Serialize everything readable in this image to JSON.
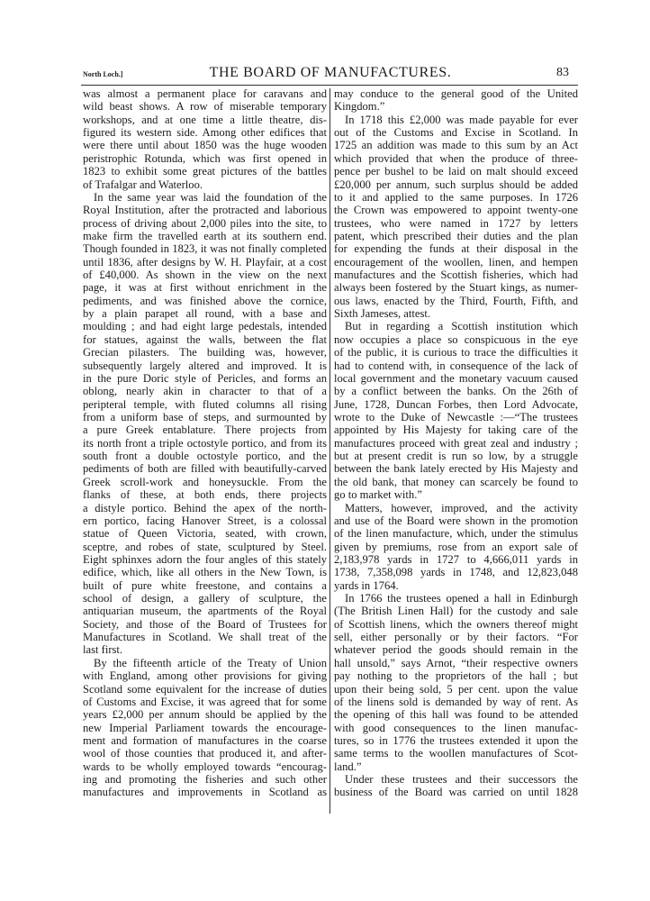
{
  "header": {
    "section": "North Loch.]",
    "title": "THE BOARD OF MANUFACTURES.",
    "page_number": "83"
  },
  "left_column": {
    "paragraphs": [
      {
        "continued": true,
        "lines": [
          "was almost a permanent place for caravans and",
          "wild beast shows.  A row of miserable temporary",
          "workshops, and at one time a little theatre, dis-",
          "figured its western side.  Among other edifices that",
          "were there until about 1850 was the huge wooden",
          "peristrophic Rotunda, which was first opened in",
          "1823 to exhibit some great pictures of the battles",
          "of Trafalgar and Waterloo."
        ]
      },
      {
        "continued": false,
        "lines": [
          "In the same year was laid the foundation of the",
          "Royal Institution, after the protracted and laborious",
          "process of driving about 2,000 piles into the site, to",
          "make firm the travelled earth at its southern end.",
          "Though founded in 1823, it was not finally completed",
          "until 1836, after designs by W. H. Playfair, at a cost",
          "of £40,000.  As shown in the view on the next",
          "page, it was at first without enrichment in the",
          "pediments, and was finished above the cornice,",
          "by a plain parapet all round, with a base and",
          "moulding ; and had eight large pedestals, intended",
          "for statues, against the walls, between the flat",
          "Grecian pilasters.  The building was, however,",
          "subsequently largely altered and improved.  It is",
          "in the pure Doric style of Pericles, and forms an",
          "oblong, nearly akin in character to that of a",
          "peripteral temple, with fluted columns all rising",
          "from a uniform base of steps, and surmounted by",
          "a pure Greek entablature.  There projects from",
          "its north front a triple octostyle portico, and from its",
          "south front a double octostyle portico, and the",
          "pediments of both are filled with beautifully-carved",
          "Greek scroll-work and honeysuckle.  From the",
          "flanks of these, at both ends, there projects",
          "a distyle portico.  Behind the apex of the north-",
          "ern portico, facing Hanover Street, is a colossal",
          "statue of Queen Victoria, seated, with crown,",
          "sceptre, and robes of state, sculptured by Steel.",
          "Eight sphinxes adorn the four angles of this stately",
          "edifice, which, like all others in the New Town, is",
          "built of pure white freestone, and contains a",
          "school of design, a gallery of sculpture, the",
          "antiquarian museum, the apartments of the Royal",
          "Society, and those of the Board of Trustees for",
          "Manufactures in Scotland.  We shall treat of the",
          "last first."
        ]
      },
      {
        "continued": false,
        "lines": [
          "By the fifteenth article of the Treaty of Union",
          "with England, among other provisions for giving",
          "Scotland some equivalent for the increase of duties",
          "of Customs and Excise, it was agreed that for some",
          "years £2,000 per annum should be applied by the",
          "new Imperial Parliament towards the encourage-",
          "ment and formation of manufactures in the coarse",
          "wool of those counties that produced it, and after-",
          "wards to be wholly employed towards “encourag-",
          "ing and promoting the fisheries and such other",
          "manufactures and improvements in Scotland as"
        ],
        "runs_on": true
      }
    ]
  },
  "right_column": {
    "paragraphs": [
      {
        "continued": true,
        "lines": [
          "may conduce to the general good of the United",
          "Kingdom.”"
        ]
      },
      {
        "continued": false,
        "lines": [
          "In 1718 this £2,000 was made payable for ever",
          "out of the Customs and Excise in Scotland.  In",
          "1725 an addition was made to this sum by an Act",
          "which provided that when the produce of three-",
          "pence per bushel to be laid on malt should exceed",
          "£20,000 per annum, such surplus should be added",
          "to it and applied to the same purposes.  In 1726",
          "the Crown was empowered to appoint twenty-one",
          "trustees, who were named in 1727 by letters",
          "patent, which prescribed their duties and the plan",
          "for expending the funds at their disposal in the",
          "encouragement of the woollen, linen, and hempen",
          "manufactures and the Scottish fisheries, which had",
          "always been fostered by the Stuart kings, as numer-",
          "ous laws, enacted by the Third, Fourth, Fifth, and",
          "Sixth Jameses, attest."
        ]
      },
      {
        "continued": false,
        "lines": [
          "But in regarding a Scottish institution which",
          "now occupies a place so conspicuous in the eye",
          "of the public, it is curious to trace the difficulties it",
          "had to contend with, in consequence of the lack of",
          "local government and the monetary vacuum caused",
          "by a conflict between the banks.  On the 26th of",
          "June, 1728, Duncan Forbes, then Lord Advocate,",
          "wrote to the Duke of Newcastle :—“The trustees",
          "appointed by His Majesty for taking care of the",
          "manufactures proceed with great zeal and industry ;",
          "but at present credit is run so low, by a struggle",
          "between the bank lately erected by His Majesty and",
          "the old bank, that money can scarcely be found to",
          "go to market with.”"
        ]
      },
      {
        "continued": false,
        "lines": [
          "Matters, however, improved, and the activity",
          "and use of the Board were shown in the promotion",
          "of the linen manufacture, which, under the stimulus",
          "given by premiums, rose from an export sale of",
          "2,183,978 yards in 1727 to 4,666,011 yards in",
          "1738, 7,358,098 yards in 1748, and 12,823,048",
          "yards in 1764."
        ]
      },
      {
        "continued": false,
        "lines": [
          "In 1766 the trustees opened a hall in Edinburgh",
          "(The British Linen Hall) for the custody and sale",
          "of Scottish linens, which the owners thereof might",
          "sell, either personally or by their factors.  “For",
          "whatever period the goods should remain in the",
          "hall unsold,” says Arnot, “their respective owners",
          "pay nothing to the proprietors of the hall ; but",
          "upon their being sold, 5 per cent. upon the value",
          "of the linens sold is demanded by way of rent.  As",
          "the opening of this hall was found to be attended",
          "with good consequences to the linen manufac-",
          "tures, so in 1776 the trustees extended it upon the",
          "same terms to the woollen manufactures of Scot-",
          "land.”"
        ]
      },
      {
        "continued": false,
        "lines": [
          "Under these trustees and their successors the",
          "business of the Board was carried on until 1828"
        ],
        "runs_on": true
      }
    ]
  }
}
